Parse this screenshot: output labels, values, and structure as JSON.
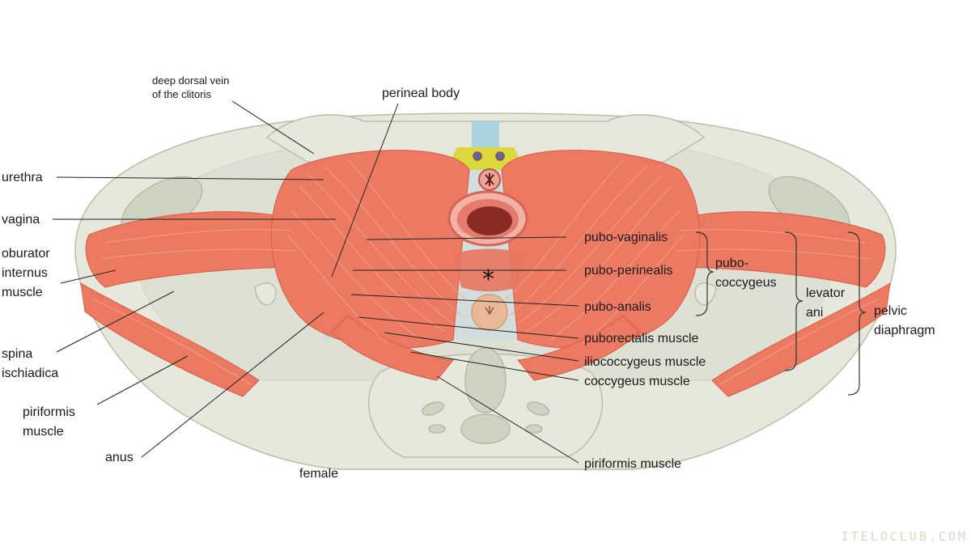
{
  "labels": {
    "deep_dorsal_vein_line1": "deep dorsal vein",
    "deep_dorsal_vein_line2": "of the clitoris",
    "perineal_body": "perineal body",
    "urethra": "urethra",
    "vagina": "vagina",
    "oburator_line1": "oburator",
    "oburator_line2": "internus",
    "oburator_line3": "muscle",
    "spina_line1": "spina",
    "spina_line2": "ischiadica",
    "piriformis_left_line1": "piriformis",
    "piriformis_left_line2": "muscle",
    "anus": "anus",
    "female": "female",
    "pubo_vaginalis": "pubo-vaginalis",
    "pubo_perinealis": "pubo-perinealis",
    "pubo_analis": "pubo-analis",
    "puborectalis": "puborectalis muscle",
    "iliococcygeus": "iliococcygeus muscle",
    "coccygeus": "coccygeus muscle",
    "piriformis_right": "piriformis muscle",
    "pubococcygeus_line1": "pubo-",
    "pubococcygeus_line2": "coccygeus",
    "levator_line1": "levator",
    "levator_line2": "ani",
    "pelvic_line1": "pelvic",
    "pelvic_line2": "diaphragm",
    "perineal_marker": "*"
  },
  "watermark": "ITELOCLUB.COM",
  "colors": {
    "bone": "#e6e8dc",
    "muscle": "#ec7a63",
    "membrane": "#c9dde3",
    "vein_band": "#a9d3df",
    "clitoris_area": "#d9d83c",
    "vagina_inner": "#8a2a24",
    "anus": "#e9b896"
  }
}
